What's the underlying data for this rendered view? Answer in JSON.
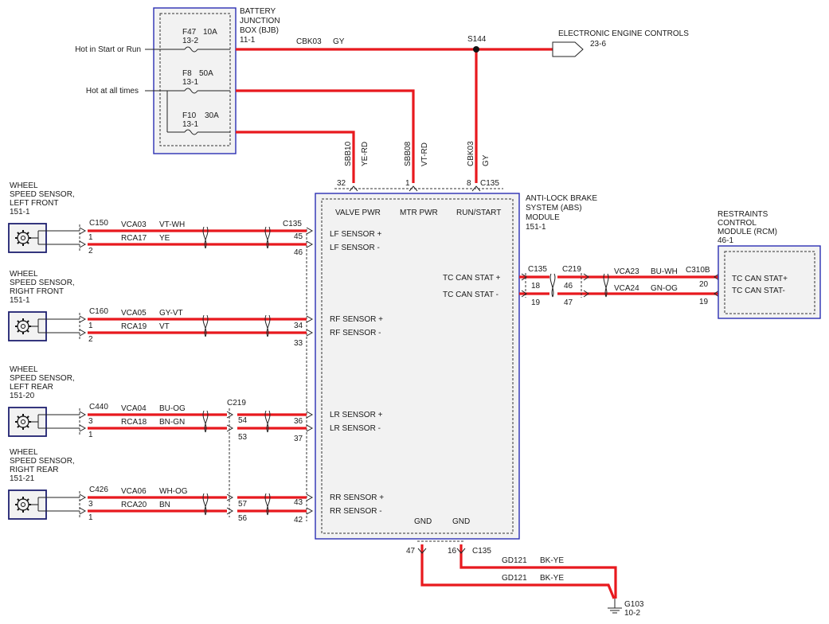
{
  "bjb": {
    "title_lines": [
      "BATTERY",
      "JUNCTION",
      "BOX (BJB)",
      "11-1"
    ],
    "fuses": [
      {
        "name": "F47",
        "rating": "10A",
        "ref": "13-2"
      },
      {
        "name": "F8",
        "rating": "50A",
        "ref": "13-1"
      },
      {
        "name": "F10",
        "rating": "30A",
        "ref": "13-1"
      }
    ],
    "feed_labels": [
      "Hot in Start or Run",
      "Hot at all times"
    ]
  },
  "splice": {
    "name": "S144",
    "circuit": "CBK03",
    "color": "GY"
  },
  "eec": {
    "label": "ELECTRONIC ENGINE CONTROLS",
    "ref": "23-6"
  },
  "abs": {
    "title_lines": [
      "ANTI-LOCK BRAKE",
      "SYSTEM (ABS)",
      "MODULE",
      "151-1"
    ],
    "connector": "C135",
    "power_pins": [
      {
        "label": "VALVE PWR",
        "pin": "32",
        "circuit": "SBB10",
        "color": "YE-RD"
      },
      {
        "label": "MTR PWR",
        "pin": "1",
        "circuit": "SBB08",
        "color": "VT-RD"
      },
      {
        "label": "RUN/START",
        "pin": "8",
        "circuit": "CBK03",
        "color": "GY"
      }
    ],
    "sensor_labels": [
      "LF SENSOR +",
      "LF SENSOR -",
      "RF SENSOR +",
      "RF SENSOR -",
      "LR SENSOR +",
      "LR SENSOR -",
      "RR SENSOR +",
      "RR SENSOR -"
    ],
    "sensor_pins": [
      "45",
      "46",
      "34",
      "33",
      "36",
      "37",
      "43",
      "42"
    ],
    "can_labels": [
      "TC CAN STAT +",
      "TC CAN STAT -"
    ],
    "gnd_labels": [
      "GND",
      "GND"
    ],
    "gnd_pins": [
      "47",
      "16"
    ]
  },
  "sensors": [
    {
      "title_lines": [
        "WHEEL",
        "SPEED SENSOR,",
        "LEFT FRONT",
        "151-1"
      ],
      "connector": "C150",
      "pins": [
        "1",
        "2"
      ],
      "wires": [
        {
          "circuit": "VCA03",
          "color": "VT-WH"
        },
        {
          "circuit": "RCA17",
          "color": "YE"
        }
      ]
    },
    {
      "title_lines": [
        "WHEEL",
        "SPEED SENSOR,",
        "RIGHT FRONT",
        "151-1"
      ],
      "connector": "C160",
      "pins": [
        "1",
        "2"
      ],
      "wires": [
        {
          "circuit": "VCA05",
          "color": "GY-VT"
        },
        {
          "circuit": "RCA19",
          "color": "VT"
        }
      ]
    },
    {
      "title_lines": [
        "WHEEL",
        "SPEED SENSOR,",
        "LEFT REAR",
        "151-20"
      ],
      "connector": "C440",
      "pins": [
        "3",
        "1"
      ],
      "wires": [
        {
          "circuit": "VCA04",
          "color": "BU-OG"
        },
        {
          "circuit": "RCA18",
          "color": "BN-GN"
        }
      ]
    },
    {
      "title_lines": [
        "WHEEL",
        "SPEED SENSOR,",
        "RIGHT REAR",
        "151-21"
      ],
      "connector": "C426",
      "pins": [
        "3",
        "1"
      ],
      "wires": [
        {
          "circuit": "VCA06",
          "color": "WH-OG"
        },
        {
          "circuit": "RCA20",
          "color": "BN"
        }
      ]
    }
  ],
  "inline_c219": {
    "name": "C219",
    "pins_lr": [
      "54",
      "53"
    ],
    "pins_rr": [
      "57",
      "56"
    ]
  },
  "can": {
    "c135": "C135",
    "c219": "C219",
    "c135_pins": [
      "18",
      "19"
    ],
    "c219_pins": [
      "46",
      "47"
    ],
    "wires": [
      {
        "circuit": "VCA23",
        "color": "BU-WH"
      },
      {
        "circuit": "VCA24",
        "color": "GN-OG"
      }
    ]
  },
  "rcm": {
    "title_lines": [
      "RESTRAINTS",
      "CONTROL",
      "MODULE (RCM)",
      "46-1"
    ],
    "connector": "C310B",
    "pins": [
      "20",
      "19"
    ],
    "labels": [
      "TC CAN STAT+",
      "TC CAN STAT-"
    ]
  },
  "ground": {
    "connector": "C135",
    "wires": [
      {
        "circuit": "GD121",
        "color": "BK-YE"
      },
      {
        "circuit": "GD121",
        "color": "BK-YE"
      }
    ],
    "point": "G103",
    "ref": "10-2"
  },
  "colors": {
    "wire": "#e8191e",
    "module_border": "#2b2fb3"
  }
}
